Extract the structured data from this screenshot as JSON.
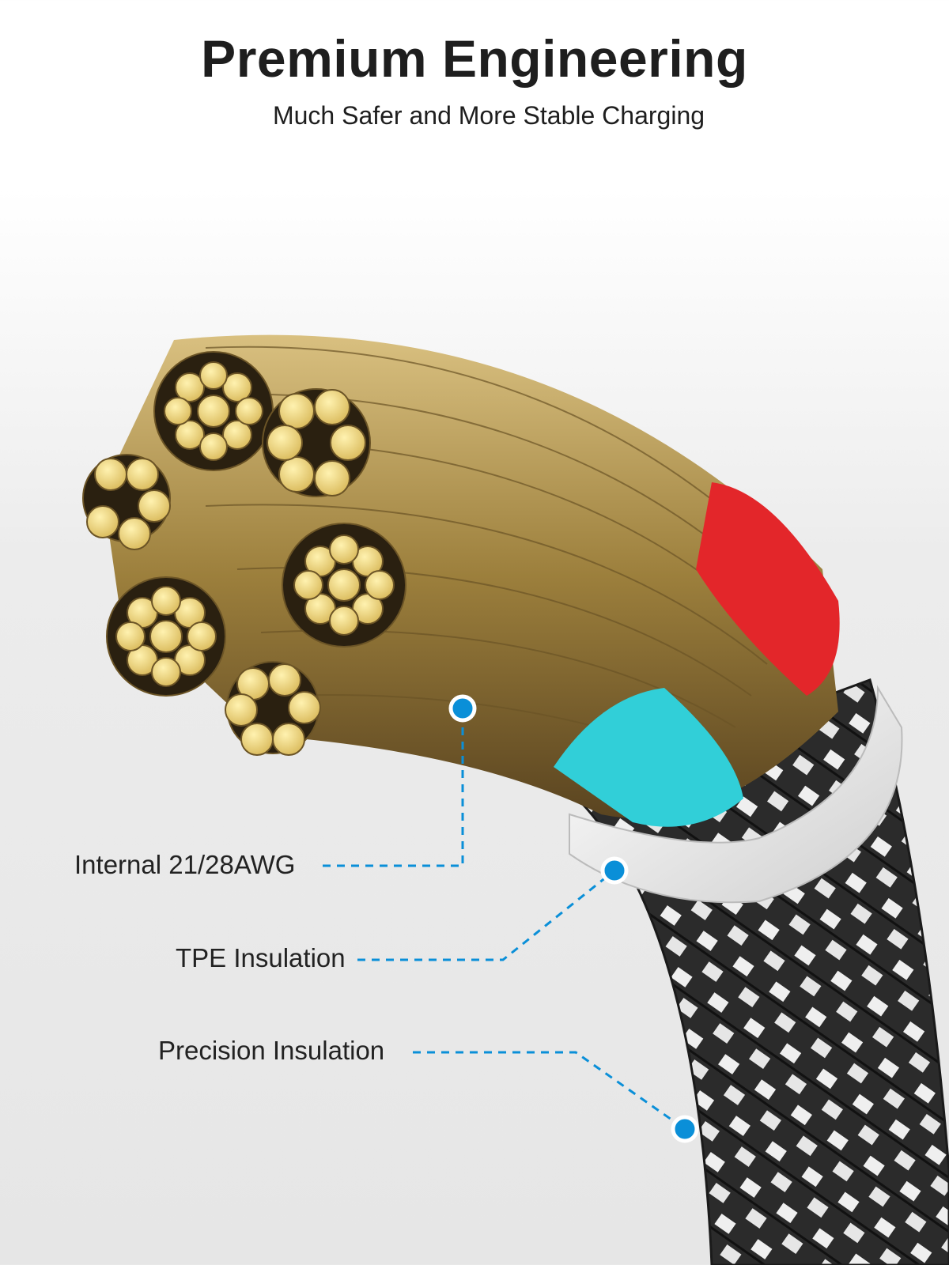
{
  "headline": "Premium Engineering",
  "subheadline": "Much Safer and More Stable Charging",
  "callouts": [
    {
      "label": "Internal 21/28AWG"
    },
    {
      "label": "TPE Insulation"
    },
    {
      "label": "Precision Insulation"
    }
  ],
  "colors": {
    "accent": "#0a8fd8",
    "copper": "#b79a55",
    "strand_face": "#ead47e",
    "red_core": "#e3262a",
    "cyan_core": "#31cfd8",
    "braid_dark": "#2a2a2a",
    "braid_light": "#f0f0f0"
  }
}
